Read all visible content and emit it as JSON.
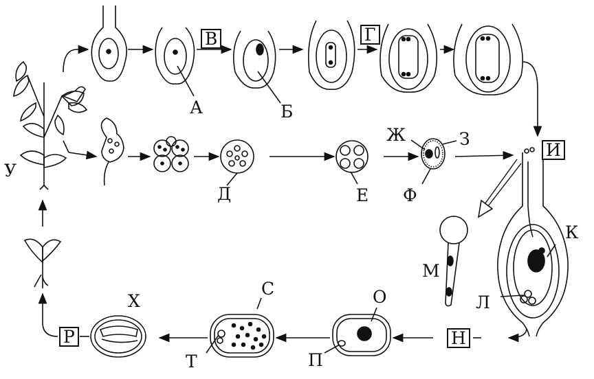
{
  "labels": {
    "A": "А",
    "B": "Б",
    "V": "В",
    "G": "Г",
    "D": "Д",
    "E": "Е",
    "Zh": "Ж",
    "Z": "З",
    "I": "И",
    "K": "К",
    "L": "Л",
    "M": "М",
    "N": "Н",
    "O": "О",
    "P": "П",
    "R": "Р",
    "S": "С",
    "T": "Т",
    "U": "У",
    "F": "Ф",
    "X": "Х"
  }
}
